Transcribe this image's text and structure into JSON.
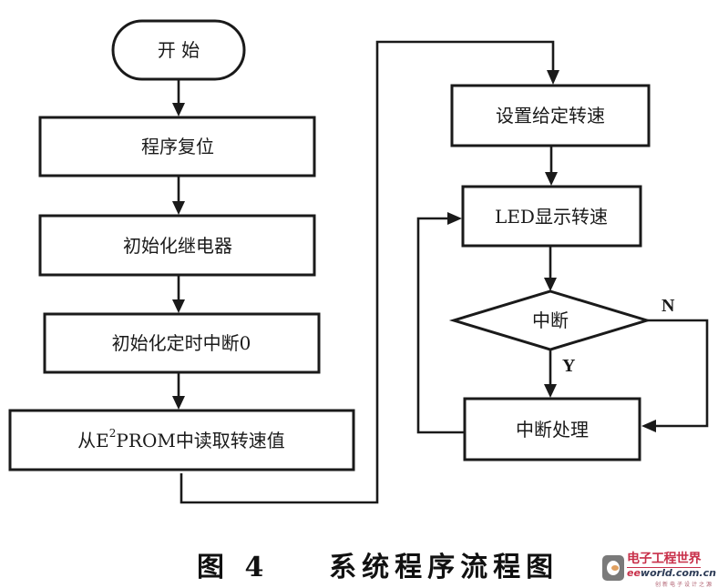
{
  "diagram": {
    "type": "flowchart",
    "nodes": {
      "start": {
        "shape": "terminal",
        "label": "开 始"
      },
      "reset": {
        "shape": "process",
        "label": "程序复位"
      },
      "init_relay": {
        "shape": "process",
        "label": "初始化继电器"
      },
      "init_timer": {
        "shape": "process",
        "label": "初始化定时中断0"
      },
      "read_eeprom": {
        "shape": "process",
        "label_parts": [
          "从E",
          "2",
          "PROM中读取转速值"
        ]
      },
      "set_speed": {
        "shape": "process",
        "label": "设置给定转速"
      },
      "led_display": {
        "shape": "process",
        "label": "LED显示转速"
      },
      "interrupt_check": {
        "shape": "decision",
        "label": "中断"
      },
      "interrupt_handler": {
        "shape": "process",
        "label": "中断处理"
      }
    },
    "edges": [
      {
        "from": "start",
        "to": "reset",
        "label": ""
      },
      {
        "from": "reset",
        "to": "init_relay",
        "label": ""
      },
      {
        "from": "init_relay",
        "to": "init_timer",
        "label": ""
      },
      {
        "from": "init_timer",
        "to": "read_eeprom",
        "label": ""
      },
      {
        "from": "read_eeprom",
        "to": "set_speed",
        "label": ""
      },
      {
        "from": "set_speed",
        "to": "led_display",
        "label": ""
      },
      {
        "from": "led_display",
        "to": "interrupt_check",
        "label": ""
      },
      {
        "from": "interrupt_check",
        "to": "interrupt_handler",
        "label": "Y"
      },
      {
        "from": "interrupt_check",
        "to": "interrupt_handler",
        "label": "N"
      },
      {
        "from": "interrupt_handler",
        "to": "led_display",
        "label": ""
      }
    ],
    "edge_labels": {
      "yes": "Y",
      "no": "N"
    }
  },
  "caption": {
    "figure_no": "图 4",
    "title": "系统程序流程图"
  },
  "watermark": {
    "name_cn": "电子工程世界",
    "domain_prefix": "ee",
    "domain_rest": "world.com.cn",
    "tagline": "创新电子设计之源"
  },
  "colors": {
    "ink": "#1a1a1a",
    "background": "#ffffff",
    "watermark_red": "#c8304a",
    "watermark_blue": "#2b3a55"
  }
}
